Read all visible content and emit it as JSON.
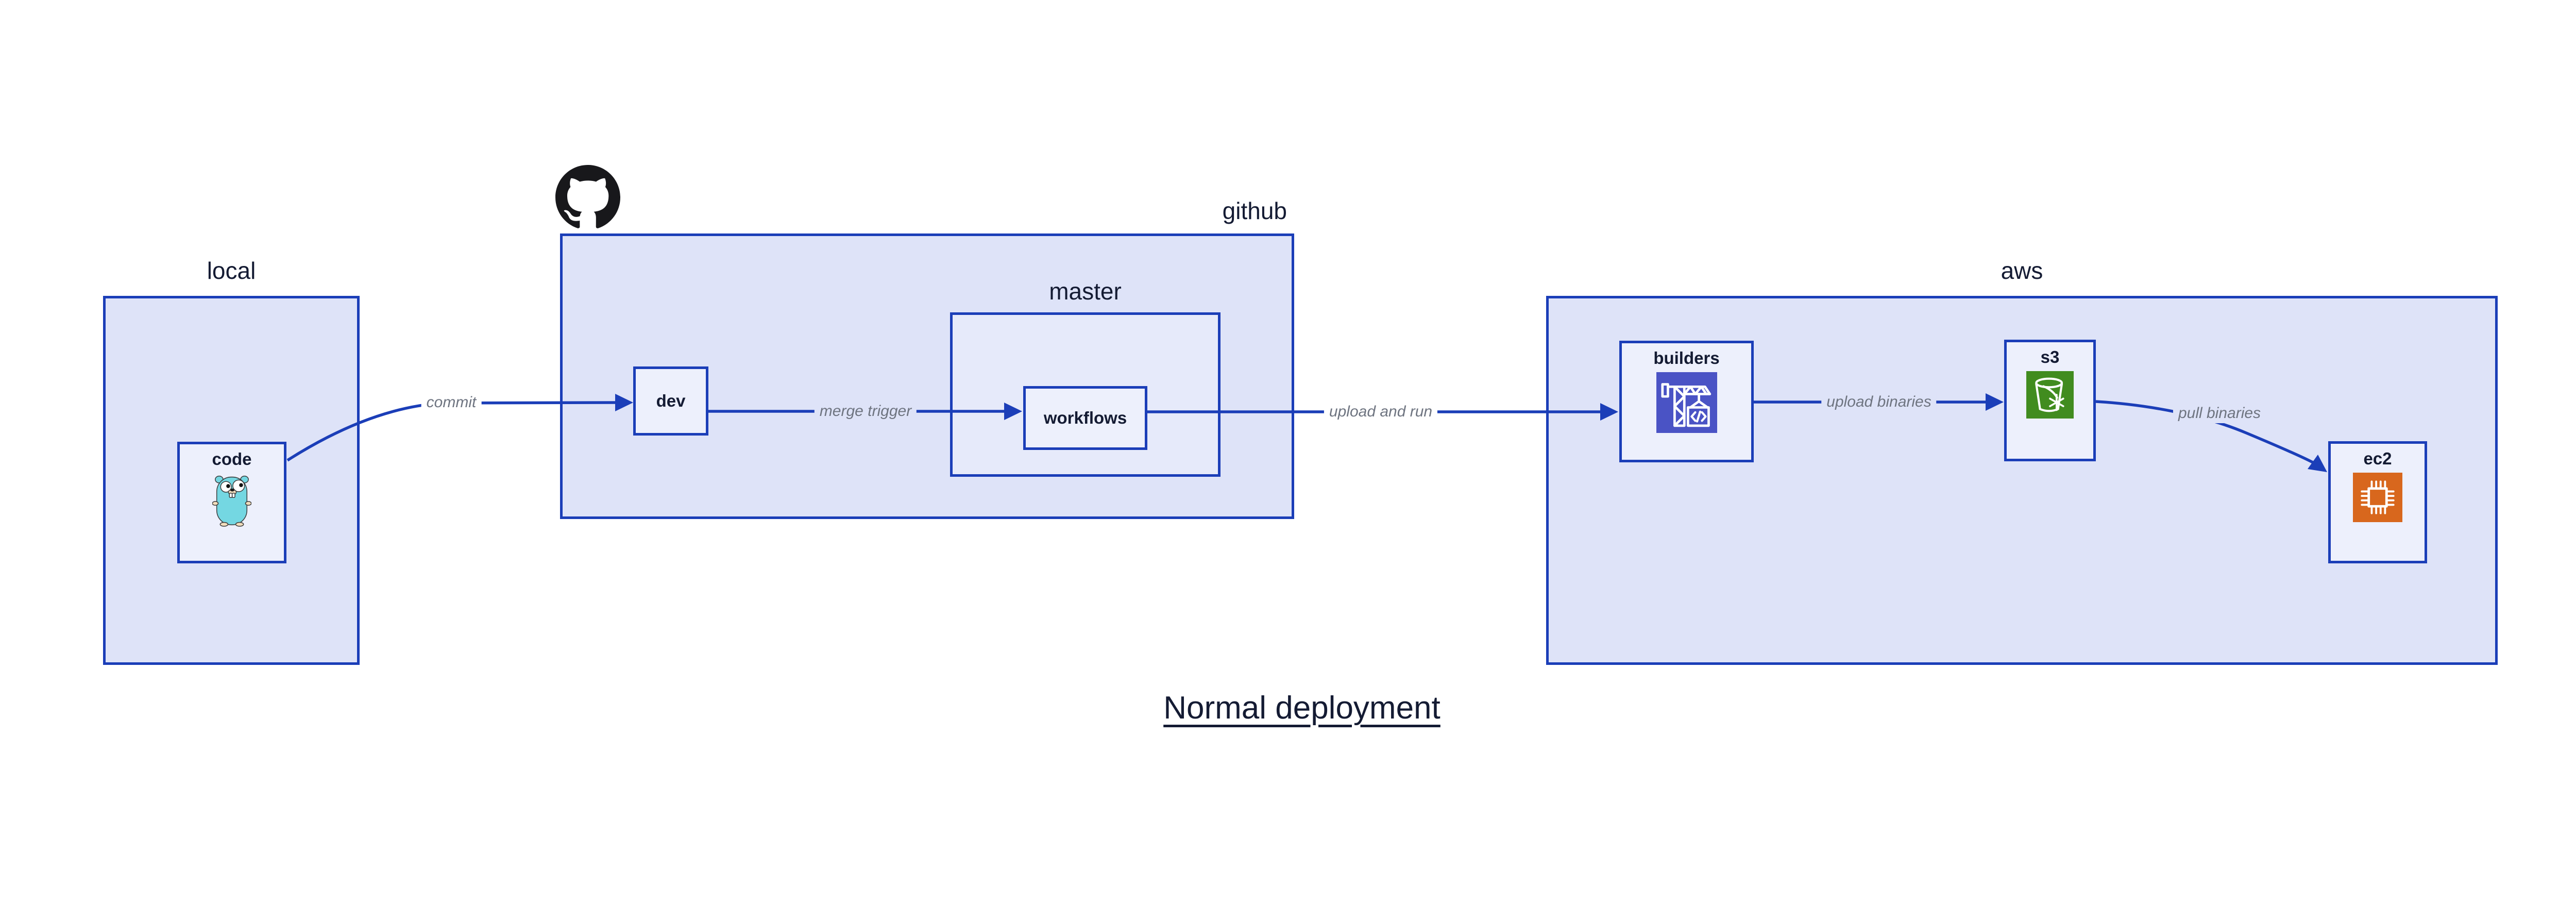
{
  "title": {
    "text": "Normal deployment"
  },
  "groups": {
    "local": {
      "label": "local"
    },
    "github": {
      "label": "github"
    },
    "master": {
      "label": "master"
    },
    "aws": {
      "label": "aws"
    }
  },
  "nodes": {
    "code": {
      "label": "code"
    },
    "dev": {
      "label": "dev"
    },
    "workflows": {
      "label": "workflows"
    },
    "builders": {
      "label": "builders"
    },
    "s3": {
      "label": "s3"
    },
    "ec2": {
      "label": "ec2"
    }
  },
  "edges": {
    "commit": {
      "label": "commit"
    },
    "merge_trigger": {
      "label": "merge trigger"
    },
    "upload_and_run": {
      "label": "upload and run"
    },
    "upload_binaries": {
      "label": "upload binaries"
    },
    "pull_binaries": {
      "label": "pull binaries"
    }
  },
  "icons": {
    "github": "github-octocat-icon",
    "code": "go-gopher-icon",
    "builders": "codebuild-crane-icon",
    "s3": "s3-bucket-icon",
    "ec2": "ec2-chip-icon"
  },
  "colors": {
    "accent": "#1b3eb8",
    "group-fill": "#dee3f8",
    "master-fill": "#e6eafa",
    "node-fill": "#edf0fc",
    "ink": "#141b33",
    "muted": "#6e7480",
    "builders-bg": "#4a53c5",
    "s3-bg": "#418c1f",
    "ec2-bg": "#d8671d",
    "gopher-body": "#74d7e2",
    "github-black": "#18181b"
  }
}
